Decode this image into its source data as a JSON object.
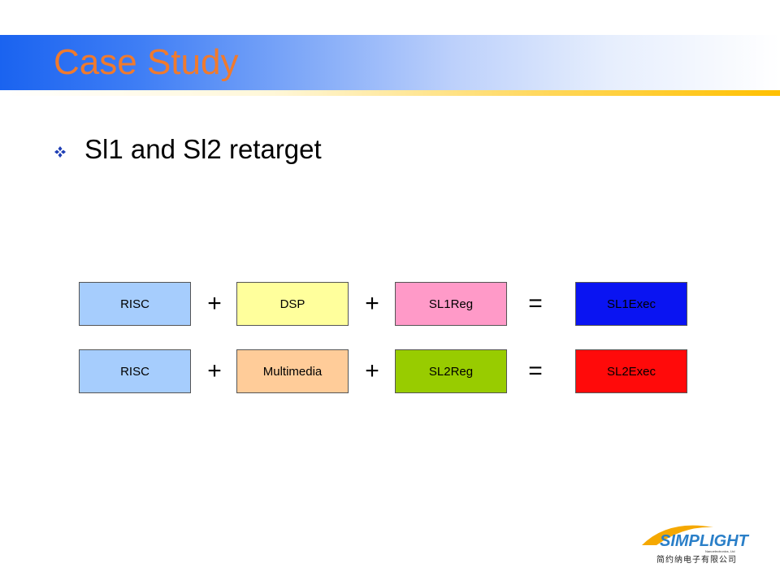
{
  "slide": {
    "title": "Case Study",
    "bullet": "Sl1 and Sl2 retarget"
  },
  "rows": [
    {
      "items": [
        {
          "label": "RISC",
          "color": "#a6cdfd"
        },
        {
          "op": "+"
        },
        {
          "label": "DSP",
          "color": "#ffff9c"
        },
        {
          "op": "+"
        },
        {
          "label": "SL1Reg",
          "color": "#ff9ac8"
        },
        {
          "op": "="
        },
        {
          "label": "SL1Exec",
          "color": "#0a14f2"
        }
      ]
    },
    {
      "items": [
        {
          "label": "RISC",
          "color": "#a6cdfd"
        },
        {
          "op": "+"
        },
        {
          "label": "Multimedia",
          "color": "#ffcc99"
        },
        {
          "op": "+"
        },
        {
          "label": "SL2Reg",
          "color": "#98cc00"
        },
        {
          "op": "="
        },
        {
          "label": "SL2Exec",
          "color": "#ff0a0a"
        }
      ]
    }
  ],
  "logo": {
    "name": "SIMPLIGHT",
    "subtitle": "Nanoelectronics, Ltd",
    "chinese": "简约纳电子有限公司"
  }
}
